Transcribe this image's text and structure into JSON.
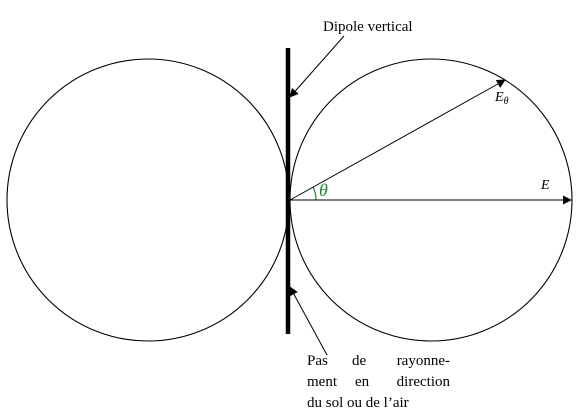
{
  "labels": {
    "dipole": "Dipole vertical",
    "e_theta_main": "E",
    "e_theta_sub": "θ",
    "e_field": "E",
    "theta": "θ",
    "no_radiation_line1_words": [
      "Pas",
      "de",
      "rayonne-"
    ],
    "no_radiation_line2_words": [
      "ment",
      "en",
      "direction"
    ],
    "no_radiation_line3": "du sol ou de l’air"
  },
  "colors": {
    "stroke": "#000000",
    "angle": "#1a8a2e",
    "background": "#ffffff"
  }
}
